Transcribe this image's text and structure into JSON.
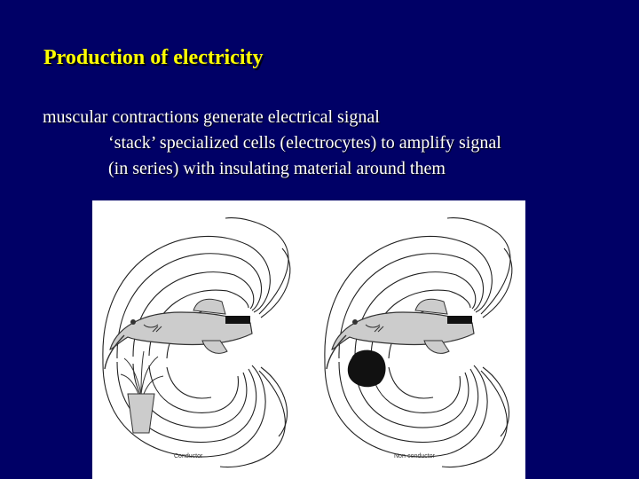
{
  "slide": {
    "title": "Production of electricity",
    "bullets": [
      "muscular contractions generate electrical signal",
      "‘stack’ specialized cells (electrocytes) to amplify signal",
      "(in series) with insulating material around them"
    ]
  },
  "figure": {
    "panels": [
      {
        "caption": "Conductor",
        "object": "plant"
      },
      {
        "caption": "Non-conductor",
        "object": "rock"
      }
    ]
  }
}
